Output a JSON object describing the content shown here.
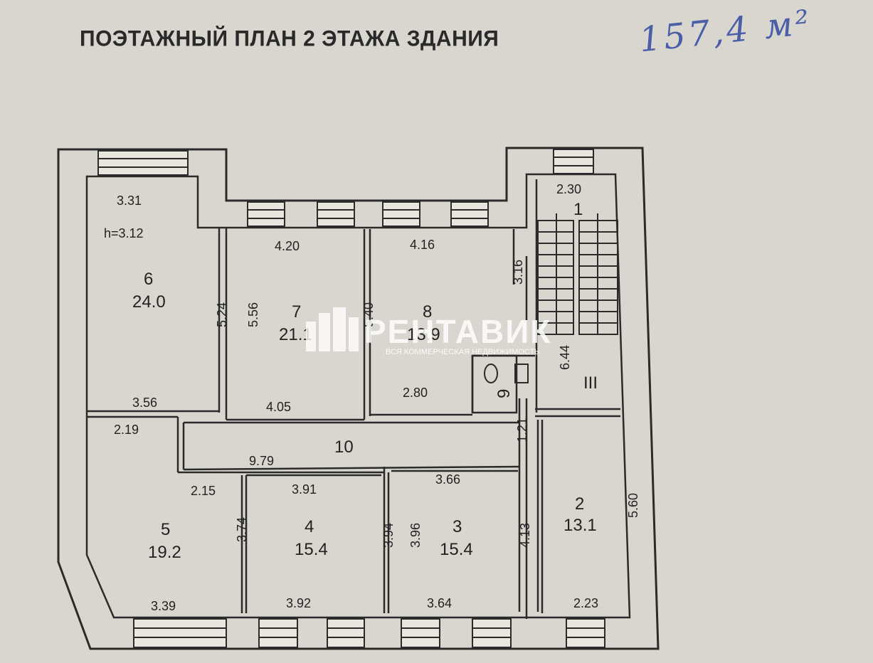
{
  "title": "ПОЭТАЖНЫЙ ПЛАН 2 ЭТАЖА ЗДАНИЯ",
  "handwritten_note": "157,4 м²",
  "watermark": {
    "brand": "РЕНТАВИК",
    "tagline": "ВСЯ КОММЕРЧЕСКАЯ НЕДВИЖИМОСТЬ"
  },
  "ceiling_height": "h=3.12",
  "rooms": {
    "r1": {
      "number": "1",
      "area": ""
    },
    "r2": {
      "number": "2",
      "area": "13.1"
    },
    "r3": {
      "number": "3",
      "area": "15.4"
    },
    "r4": {
      "number": "4",
      "area": "15.4"
    },
    "r5": {
      "number": "5",
      "area": "19.2"
    },
    "r6": {
      "number": "6",
      "area": "24.0"
    },
    "r7": {
      "number": "7",
      "area": "21.1"
    },
    "r8": {
      "number": "8",
      "area": "13.9"
    },
    "r9": {
      "number": "9",
      "area": ""
    },
    "r10": {
      "number": "10",
      "area": ""
    },
    "stair": {
      "number": "III",
      "area": ""
    }
  },
  "dims": {
    "d331": "3.31",
    "d420": "4.20",
    "d416": "4.16",
    "d230": "2.30",
    "d524": "5.24",
    "d556": "5.56",
    "d540": "5.40",
    "d316": "3.16",
    "d356": "3.56",
    "d405": "4.05",
    "d280": "2.80",
    "d644": "6.44",
    "d219": "2.19",
    "d979": "9.79",
    "d121": "1.21",
    "d215": "2.15",
    "d391": "3.91",
    "d366": "3.66",
    "d374": "3.74",
    "d394": "3.94",
    "d396": "3.96",
    "d413": "4.13",
    "d560": "5.60",
    "d339": "3.39",
    "d392": "3.92",
    "d364": "3.64",
    "d223": "2.23"
  }
}
